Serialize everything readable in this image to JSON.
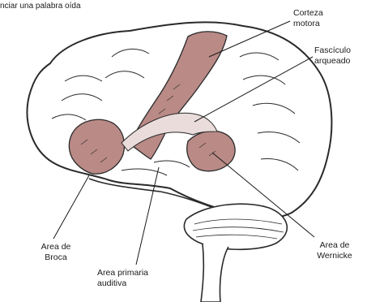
{
  "caption": "nciar una palabra oída",
  "labels": {
    "motor_cortex": [
      "Corteza",
      "motora"
    ],
    "arcuate_fasciculus": [
      "Fascículo",
      "arqueado"
    ],
    "broca": [
      "Area de",
      "Broca"
    ],
    "primary_auditory": [
      "Area primaria",
      "auditiva"
    ],
    "wernicke": [
      "Area de",
      "Wernicke"
    ]
  },
  "colors": {
    "highlight": "#b98a86",
    "outline": "#2a2a2a",
    "background": "#ffffff"
  }
}
